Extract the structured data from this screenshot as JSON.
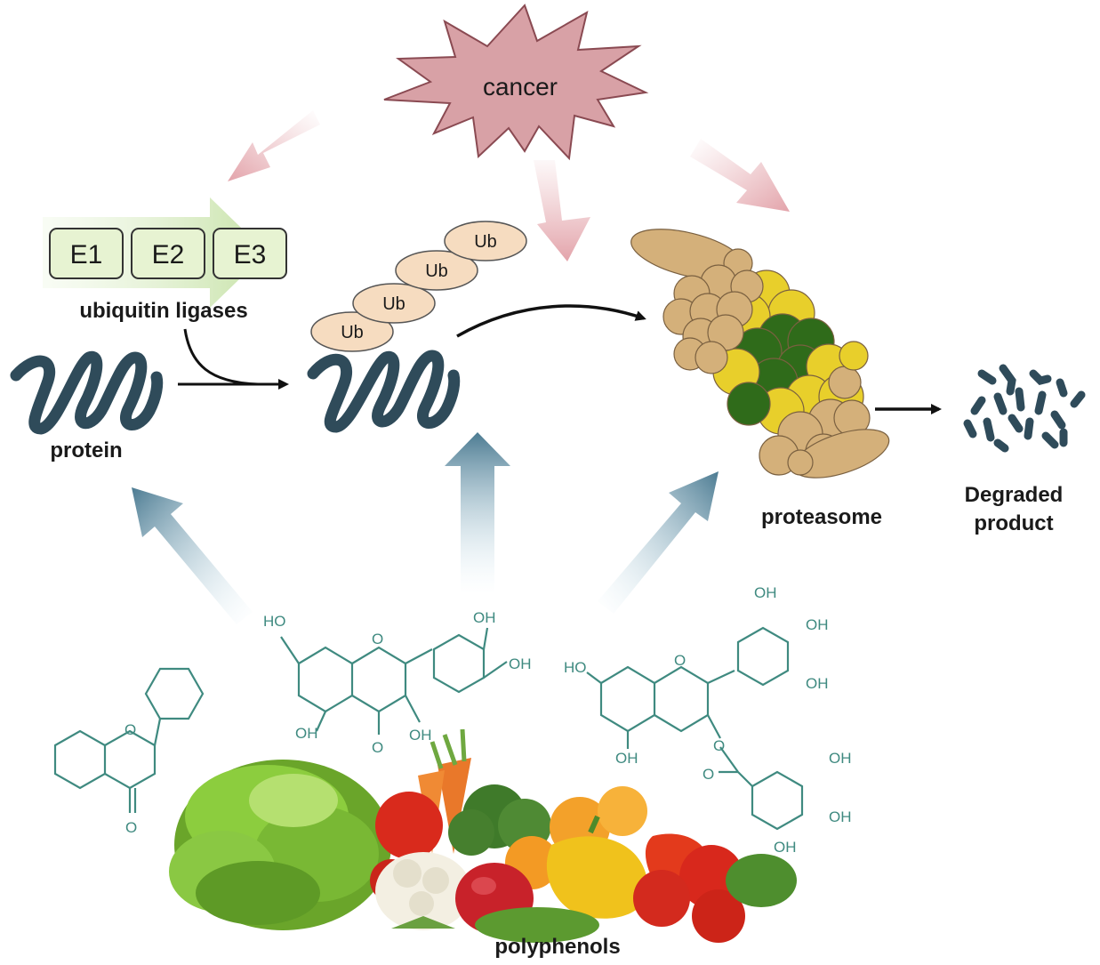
{
  "labels": {
    "cancer": "cancer",
    "ubiquitin_ligases": "ubiquitin ligases",
    "protein": "protein",
    "proteasome": "proteasome",
    "degraded_line1": "Degraded",
    "degraded_line2": "product",
    "polyphenols": "polyphenols"
  },
  "enzymes": [
    "E1",
    "E2",
    "E3"
  ],
  "ubiquitin_tags": [
    "Ub",
    "Ub",
    "Ub",
    "Ub"
  ],
  "chem": {
    "oh": "OH",
    "ho": "HO",
    "o": "O"
  },
  "colors": {
    "cancer_fill": "#d9a3a8",
    "cancer_arrow": "#e3aab0",
    "polyphenol_arrow": "#4f7f95",
    "protein_coil": "#2f4b5a",
    "enzyme_box": "#e6f3cc",
    "enzyme_arrow": "#cfe7b2",
    "ub_fill": "#f6dcc0",
    "proteasome_tan": "#d4b07a",
    "proteasome_green": "#2f6b1a",
    "proteasome_yellow": "#e9cf2a",
    "molecule": "#3f8a80"
  }
}
